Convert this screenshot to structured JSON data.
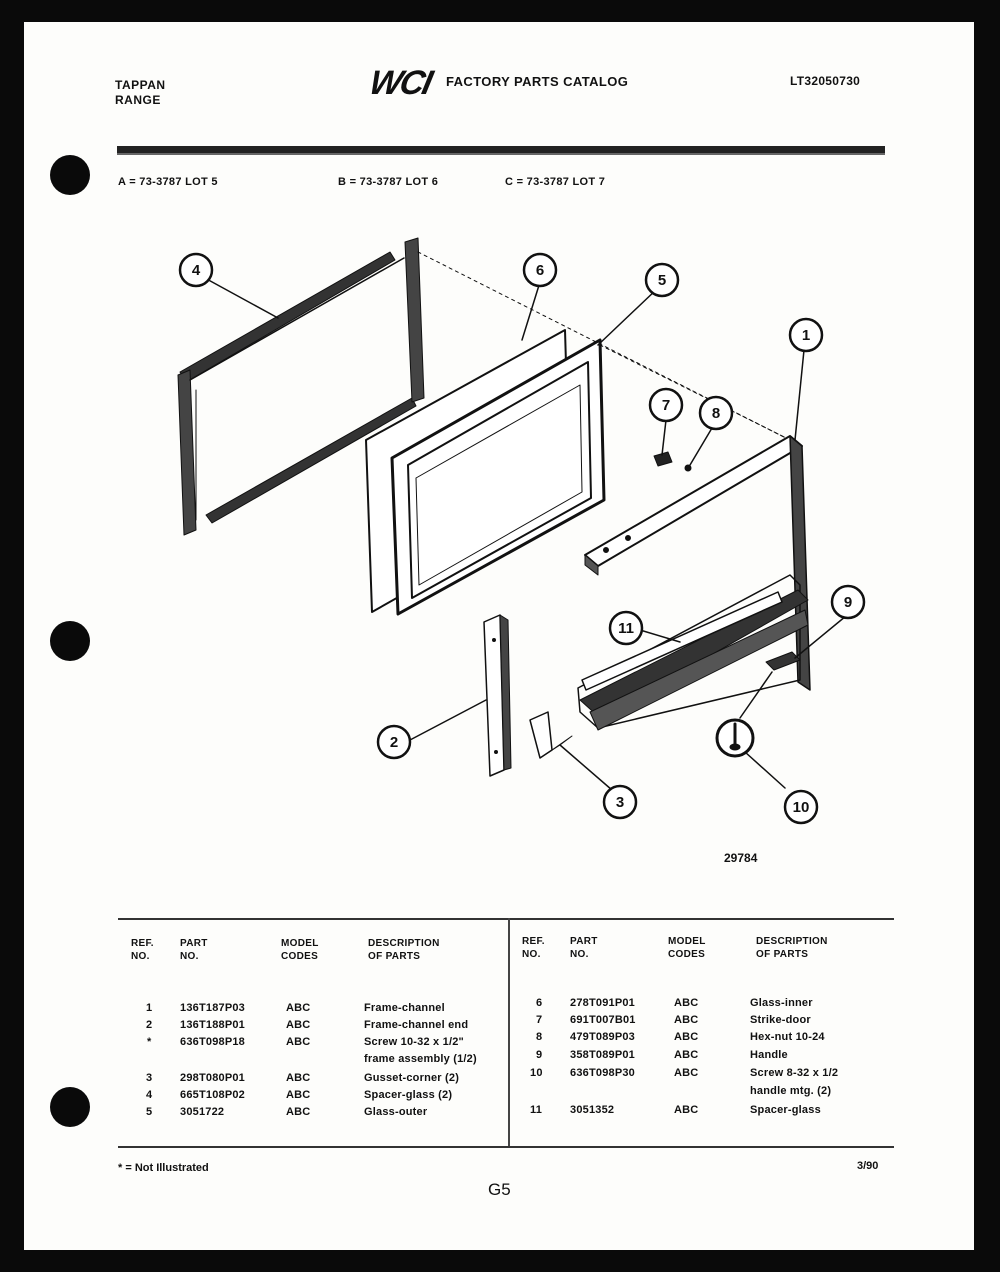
{
  "header": {
    "brand_line1": "TAPPAN",
    "brand_line2": "RANGE",
    "logo": "WCI",
    "catalog_title": "FACTORY PARTS CATALOG",
    "catalog_number": "LT32050730"
  },
  "lots": [
    {
      "label": "A = 73-3787 LOT 5"
    },
    {
      "label": "B = 73-3787 LOT 6"
    },
    {
      "label": "C = 73-3787 LOT 7"
    }
  ],
  "callouts": [
    "1",
    "2",
    "3",
    "4",
    "5",
    "6",
    "7",
    "8",
    "9",
    "10",
    "11"
  ],
  "figure_number": "29784",
  "table": {
    "headers": {
      "ref": "REF.\nNO.",
      "part": "PART\nNO.",
      "model": "MODEL\nCODES",
      "desc": "DESCRIPTION\nOF PARTS"
    },
    "left_rows": [
      {
        "ref": "1",
        "part": "136T187P03",
        "model": "ABC",
        "desc": "Frame-channel"
      },
      {
        "ref": "2",
        "part": "136T188P01",
        "model": "ABC",
        "desc": "Frame-channel end"
      },
      {
        "ref": "*",
        "part": "636T098P18",
        "model": "ABC",
        "desc": "Screw 10-32 x 1/2\""
      },
      {
        "ref": "",
        "part": "",
        "model": "",
        "desc": "frame assembly (1/2)"
      },
      {
        "ref": "3",
        "part": "298T080P01",
        "model": "ABC",
        "desc": "Gusset-corner (2)"
      },
      {
        "ref": "4",
        "part": "665T108P02",
        "model": "ABC",
        "desc": "Spacer-glass (2)"
      },
      {
        "ref": "5",
        "part": "3051722",
        "model": "ABC",
        "desc": "Glass-outer"
      }
    ],
    "right_rows": [
      {
        "ref": "6",
        "part": "278T091P01",
        "model": "ABC",
        "desc": "Glass-inner"
      },
      {
        "ref": "7",
        "part": "691T007B01",
        "model": "ABC",
        "desc": "Strike-door"
      },
      {
        "ref": "8",
        "part": "479T089P03",
        "model": "ABC",
        "desc": "Hex-nut 10-24"
      },
      {
        "ref": "9",
        "part": "358T089P01",
        "model": "ABC",
        "desc": "Handle"
      },
      {
        "ref": "10",
        "part": "636T098P30",
        "model": "ABC",
        "desc": "Screw 8-32 x 1/2"
      },
      {
        "ref": "",
        "part": "",
        "model": "",
        "desc": "handle mtg. (2)"
      },
      {
        "ref": "11",
        "part": "3051352",
        "model": "ABC",
        "desc": "Spacer-glass"
      }
    ]
  },
  "footnote": "* = Not Illustrated",
  "date": "3/90",
  "page_number": "G5",
  "colors": {
    "ink": "#111111",
    "paper": "#fdfdfb",
    "background": "#0a0a0a"
  }
}
